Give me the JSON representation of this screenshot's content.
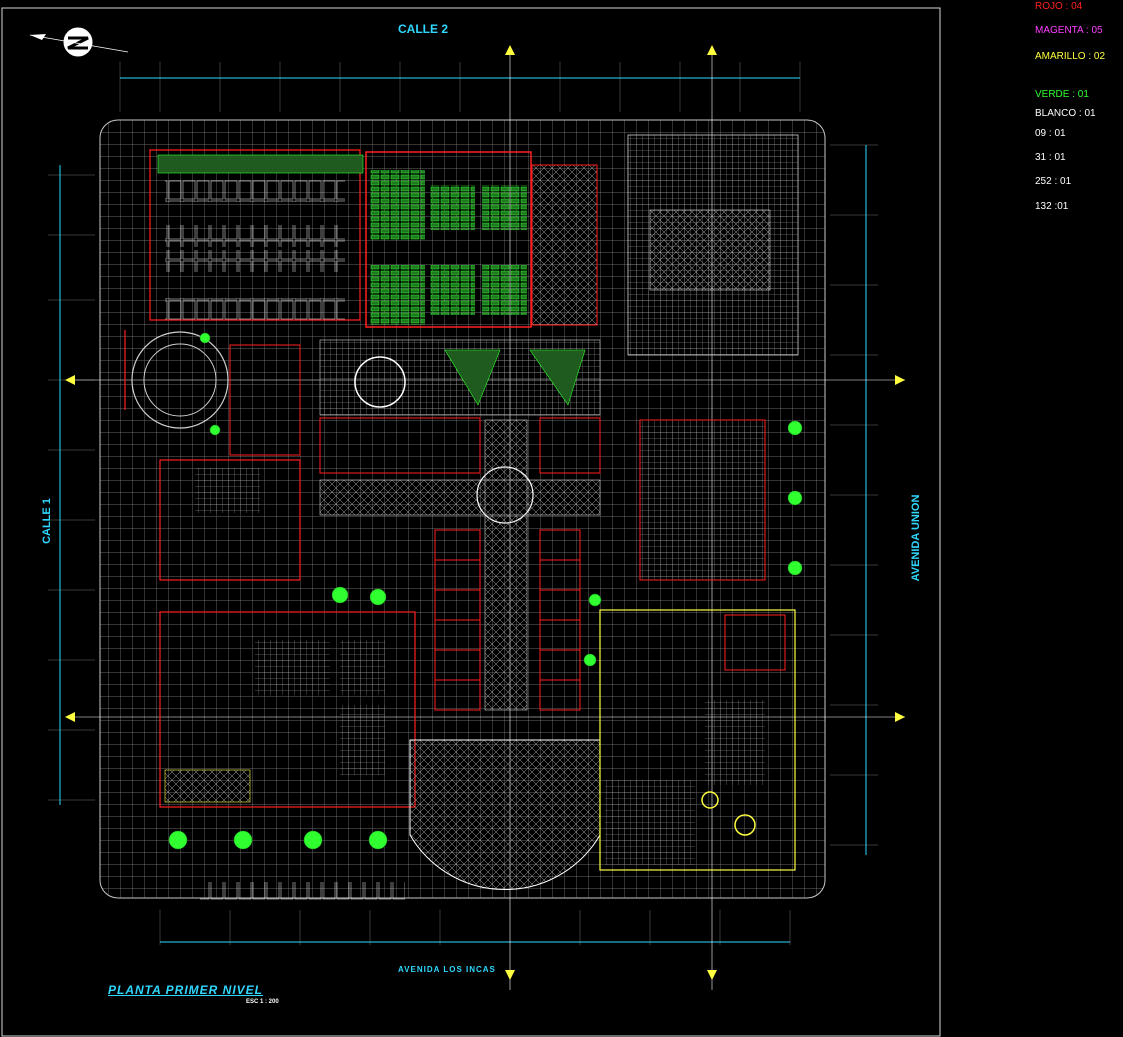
{
  "colors": {
    "background": "#000000",
    "frame": "#d8d8d8",
    "grid": "#9a9a9a",
    "wall": "#ff2020",
    "magenta": "#ff40ff",
    "yellow": "#ffff40",
    "green": "#30ff30",
    "cyan": "#30d8ff",
    "white": "#ffffff"
  },
  "labels": {
    "street_top": "CALLE 2",
    "street_left": "CALLE 1",
    "street_right": "AVENIDA UNION",
    "street_bottom": "AVENIDA LOS INCAS",
    "plan_title": "PLANTA PRIMER NIVEL",
    "plan_scale": "ESC 1 : 200"
  },
  "legend": [
    {
      "text": "ROJO :  04",
      "color": "#ff2020"
    },
    {
      "text": "MAGENTA :  05",
      "color": "#ff40ff"
    },
    {
      "text": "AMARILLO : 02",
      "color": "#ffff40"
    },
    {
      "text": "VERDE   :  01",
      "color": "#30ff30"
    },
    {
      "text": "BLANCO  :   01",
      "color": "#ffffff"
    },
    {
      "text": "09  :  01",
      "color": "#ffffff"
    },
    {
      "text": "31  : 01",
      "color": "#ffffff"
    },
    {
      "text": "252  : 01",
      "color": "#ffffff"
    },
    {
      "text": "132   :01",
      "color": "#ffffff"
    }
  ],
  "icons": {
    "north": "north-arrow-icon",
    "section_marker": "section-arrow-icon"
  }
}
